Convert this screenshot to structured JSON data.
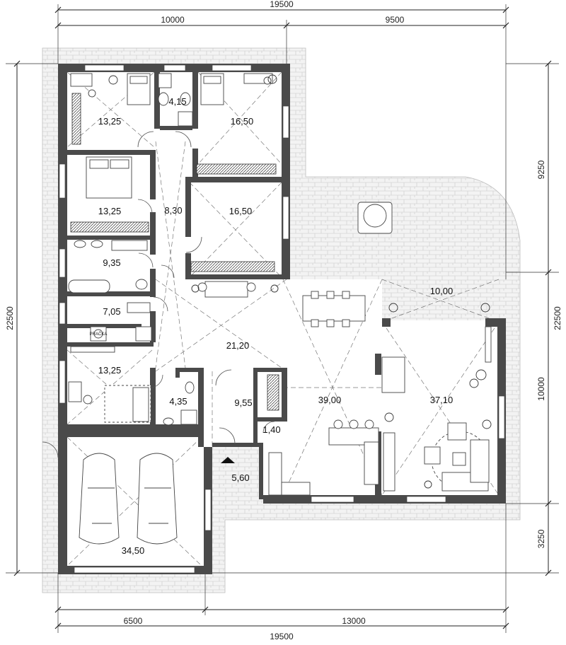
{
  "dimensions": {
    "top_total": "19500",
    "top_left": "10000",
    "top_right": "9500",
    "bottom_left": "6500",
    "bottom_right": "13000",
    "bottom_total": "19500",
    "left_total": "22500",
    "right_total": "22500",
    "right_upper": "9250",
    "right_middle": "10000",
    "right_lower": "3250"
  },
  "rooms": [
    {
      "id": "bedroom-nw",
      "area": "13,25"
    },
    {
      "id": "bathroom-upper",
      "area": "4,15"
    },
    {
      "id": "bedroom-ne",
      "area": "16,50"
    },
    {
      "id": "bedroom-double",
      "area": "13,25"
    },
    {
      "id": "corridor",
      "area": "8,30"
    },
    {
      "id": "room-center",
      "area": "16,50"
    },
    {
      "id": "bathroom",
      "area": "9,35"
    },
    {
      "id": "laundry",
      "area": "7,05"
    },
    {
      "id": "hall",
      "area": "21,20"
    },
    {
      "id": "office",
      "area": "13,25"
    },
    {
      "id": "wc",
      "area": "4,35"
    },
    {
      "id": "entrance",
      "area": "9,55"
    },
    {
      "id": "pantry",
      "area": "1,40"
    },
    {
      "id": "kitchen-dining",
      "area": "39,00"
    },
    {
      "id": "terrace-covered",
      "area": "10,00"
    },
    {
      "id": "living-room",
      "area": "37,10"
    },
    {
      "id": "vestibule",
      "area": "5,60"
    },
    {
      "id": "garage",
      "area": "34,50"
    }
  ],
  "labels": {
    "washer": "PRAČKA"
  }
}
